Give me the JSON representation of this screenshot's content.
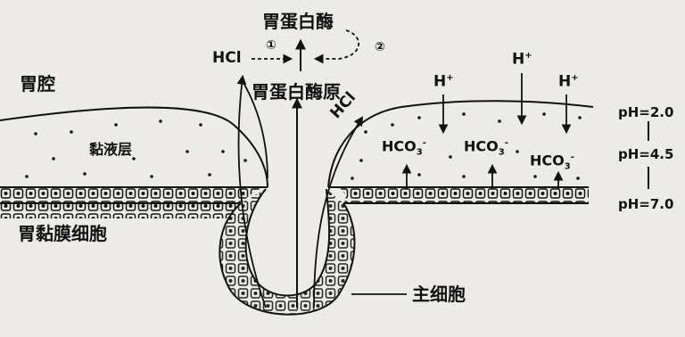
{
  "labels": {
    "pepsin": "胃蛋白酶",
    "pepsinogen": "胃蛋白酶原",
    "hcl_left": "HCl",
    "hcl_diag": "HCl",
    "step1": "①",
    "step2": "②",
    "stomach_lumen": "胃腔",
    "mucus_layer": "黏液层",
    "mucosa_cells": "胃黏膜细胞",
    "chief_cell": "主细胞",
    "h_ion": {
      "base": "H",
      "charge": "+"
    },
    "bicarbonate": {
      "base": "HCO",
      "sub": "3",
      "charge": "-"
    }
  },
  "ph_scale": [
    "pH=2.0",
    "pH=4.5",
    "pH=7.0"
  ],
  "colors": {
    "ink": "#111111",
    "paper": "#ecebe7"
  }
}
